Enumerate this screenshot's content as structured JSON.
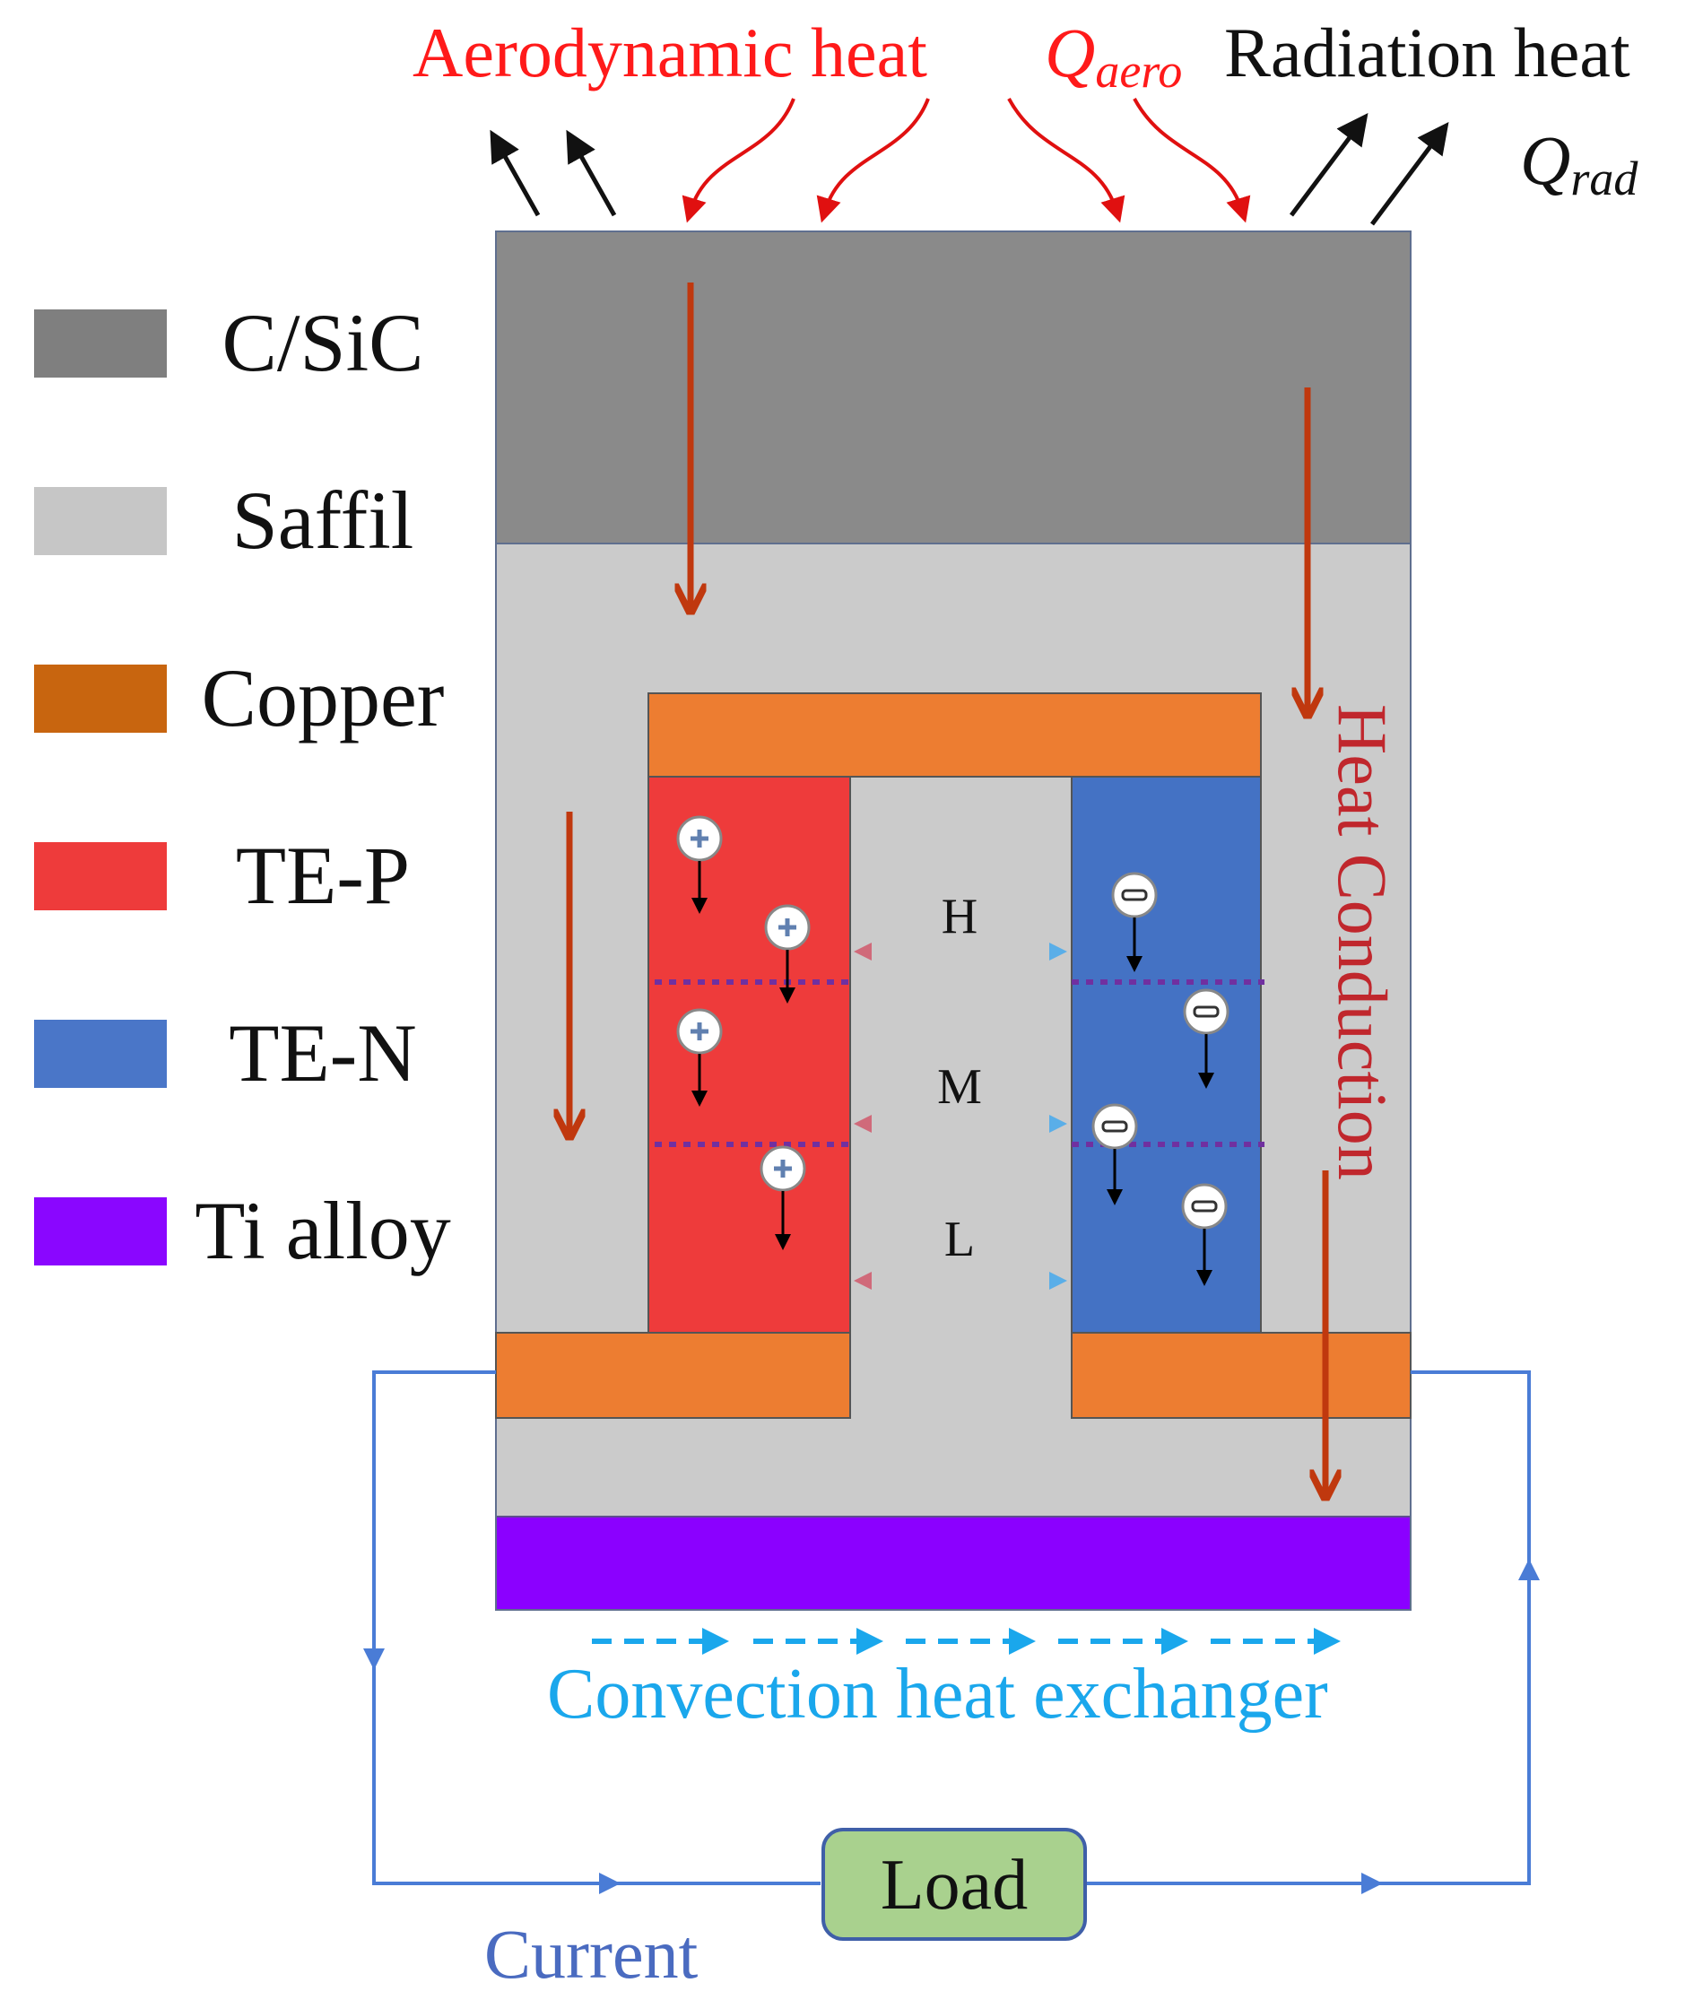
{
  "header": {
    "aero_label": "Aerodynamic  heat",
    "aero_symbol": "Q",
    "aero_sub": "aero",
    "rad_label": "Radiation  heat",
    "rad_symbol": "Q",
    "rad_sub": "rad"
  },
  "legend": [
    {
      "label": "C/SiC",
      "color": "#7f7f7f"
    },
    {
      "label": "Saffil",
      "color": "#c6c6c6"
    },
    {
      "label": "Copper",
      "color": "#c8650f"
    },
    {
      "label": "TE-P",
      "color": "#ee3b3b"
    },
    {
      "label": "TE-N",
      "color": "#4a76c8"
    },
    {
      "label": "Ti alloy",
      "color": "#8a06ff"
    }
  ],
  "labels": {
    "heat_conduction": "Heat Conduction",
    "level_h": "H",
    "level_m": "M",
    "level_l": "L",
    "convection": "Convection  heat  exchanger",
    "load": "Load",
    "current": "Current"
  },
  "colors": {
    "csic": "#8a8a8a",
    "saffil": "#cbcbcb",
    "copper": "#ed7d31",
    "te_p": "#ee3b3b",
    "te_n": "#4472c4",
    "ti_alloy": "#8b00ff",
    "heat_arrow": "#c0380e",
    "aero_text": "#ff1a1a",
    "convection": "#1aa7ec",
    "circuit": "#4a7cd6",
    "load_fill": "#a9d18e",
    "load_stroke": "#3f5fa8",
    "dots": "#7030a0"
  }
}
